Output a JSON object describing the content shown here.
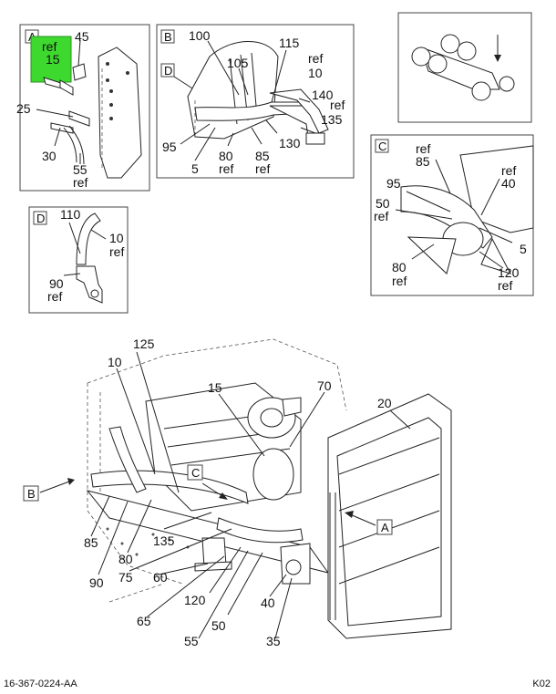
{
  "highlight_color": "#3ed92f",
  "detail_a": {
    "letter": "A",
    "highlight": {
      "line1": "ref",
      "line2": "15"
    },
    "callouts": [
      "45",
      "25",
      "30",
      "55",
      "ref"
    ]
  },
  "detail_b": {
    "letter": "B",
    "sub_letter": "D",
    "callouts": [
      "100",
      "115",
      "ref",
      "10",
      "105",
      "140",
      "ref",
      "135",
      "95",
      "5",
      "80",
      "ref",
      "85",
      "ref",
      "130"
    ]
  },
  "detail_c": {
    "letter": "C",
    "callouts": [
      "ref",
      "85",
      "ref",
      "40",
      "95",
      "50",
      "ref",
      "5",
      "80",
      "ref",
      "120",
      "ref"
    ]
  },
  "detail_d": {
    "letter": "D",
    "callouts": [
      "110",
      "10",
      "ref",
      "90",
      "ref"
    ]
  },
  "main": {
    "callouts": [
      "125",
      "10",
      "15",
      "70",
      "20",
      "85",
      "80",
      "90",
      "135",
      "75",
      "60",
      "65",
      "120",
      "55",
      "50",
      "40",
      "35"
    ],
    "view_refs": {
      "b": "B",
      "c": "C",
      "a": "A"
    }
  },
  "footer": {
    "code": "16-367-0224-AA",
    "sheet": "K02"
  }
}
